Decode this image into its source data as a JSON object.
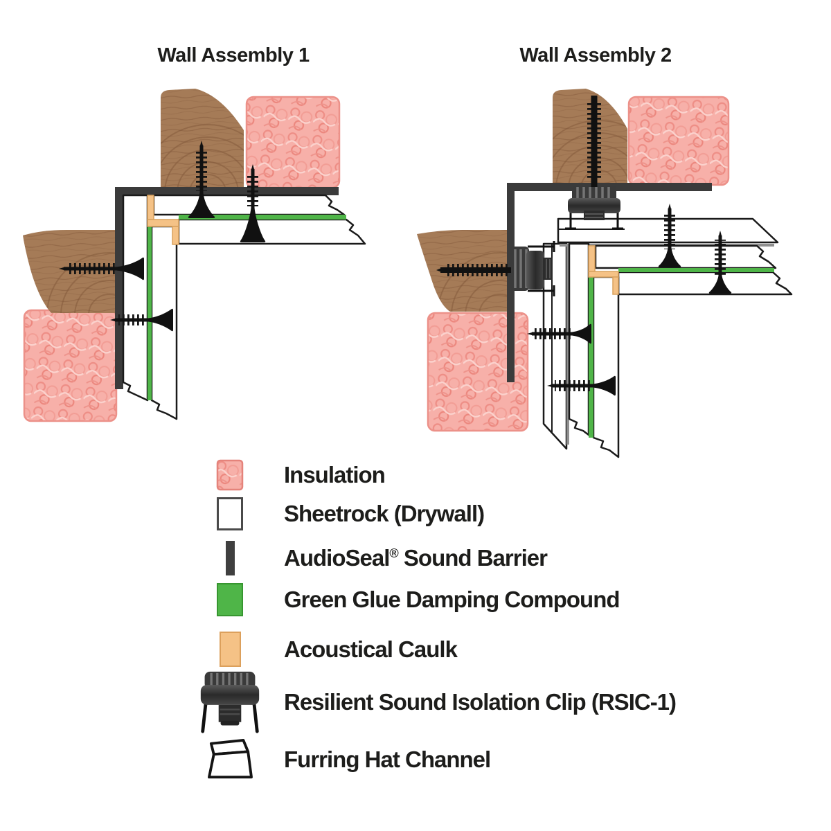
{
  "titles": {
    "assembly1": "Wall Assembly 1",
    "assembly2": "Wall Assembly 2"
  },
  "legend": {
    "items": [
      {
        "key": "insulation",
        "label": "Insulation"
      },
      {
        "key": "sheetrock",
        "label": "Sheetrock (Drywall)"
      },
      {
        "key": "audioseal",
        "brand": "AudioSeal",
        "registered": "®",
        "rest": " Sound Barrier"
      },
      {
        "key": "green-glue",
        "label": "Green Glue Damping Compound"
      },
      {
        "key": "acoustical-caulk",
        "label": "Acoustical Caulk"
      },
      {
        "key": "rsic-clip",
        "label": "Resilient Sound Isolation Clip (RSIC-1)"
      },
      {
        "key": "hat-channel",
        "label": "Furring Hat Channel"
      }
    ]
  },
  "colors": {
    "background": "#ffffff",
    "text": "#1d1d1b",
    "insulation_pink": "#f7b0a9",
    "insulation_scribble": "#ee8e86",
    "sheetrock_white": "#ffffff",
    "outline_black": "#1a1a1a",
    "audioseal_gray": "#3b3b3b",
    "green_glue": "#4fb548",
    "acoustical_caulk": "#f5c286",
    "wood_brown": "#a57b57",
    "clip_black": "#2c2c2c"
  }
}
